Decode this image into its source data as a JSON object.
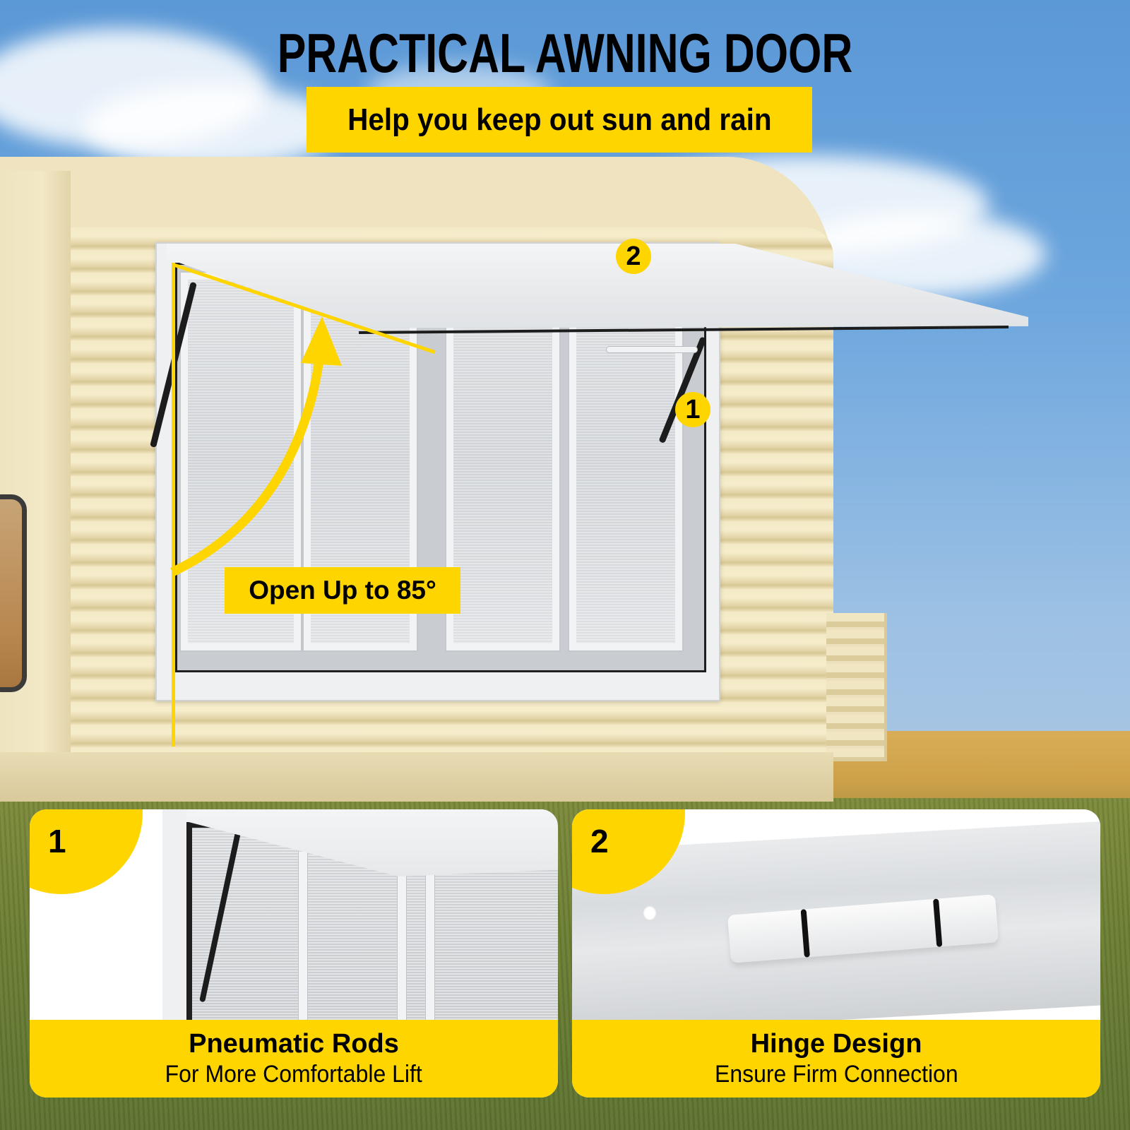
{
  "headline": {
    "title": "PRACTICAL AWNING DOOR",
    "subtitle": "Help you keep out sun and rain"
  },
  "main_photo": {
    "angle_label": "Open Up to 85°",
    "markers": [
      {
        "id": "1",
        "label": "1",
        "refers_to": "Pneumatic Rods"
      },
      {
        "id": "2",
        "label": "2",
        "refers_to": "Hinge Design"
      }
    ]
  },
  "features": [
    {
      "number": "1",
      "title": "Pneumatic Rods",
      "subtitle": "For More Comfortable Lift"
    },
    {
      "number": "2",
      "title": "Hinge Design",
      "subtitle": "Ensure Firm Connection"
    }
  ],
  "colors": {
    "accent_yellow": "#ffd500",
    "text": "#000000",
    "sky": "#6aa4dc",
    "camper_body": "#efe4bf",
    "frame_white": "#eef0f2"
  }
}
